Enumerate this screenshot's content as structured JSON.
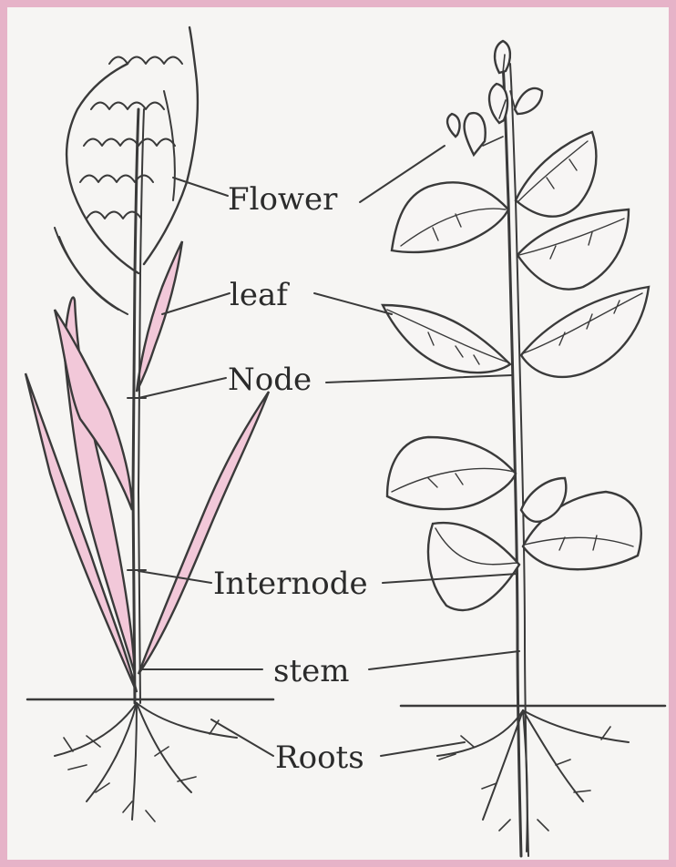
{
  "diagram": {
    "labels": {
      "flower": "Flower",
      "leaf": "leaf",
      "node": "Node",
      "internode": "Internode",
      "stem": "stem",
      "roots": "Roots"
    }
  },
  "colors": {
    "border": "#e6b3c8",
    "leaf_fill": "#f2c8d9",
    "paper": "#f6f5f3",
    "ink": "#3a3a3a"
  }
}
